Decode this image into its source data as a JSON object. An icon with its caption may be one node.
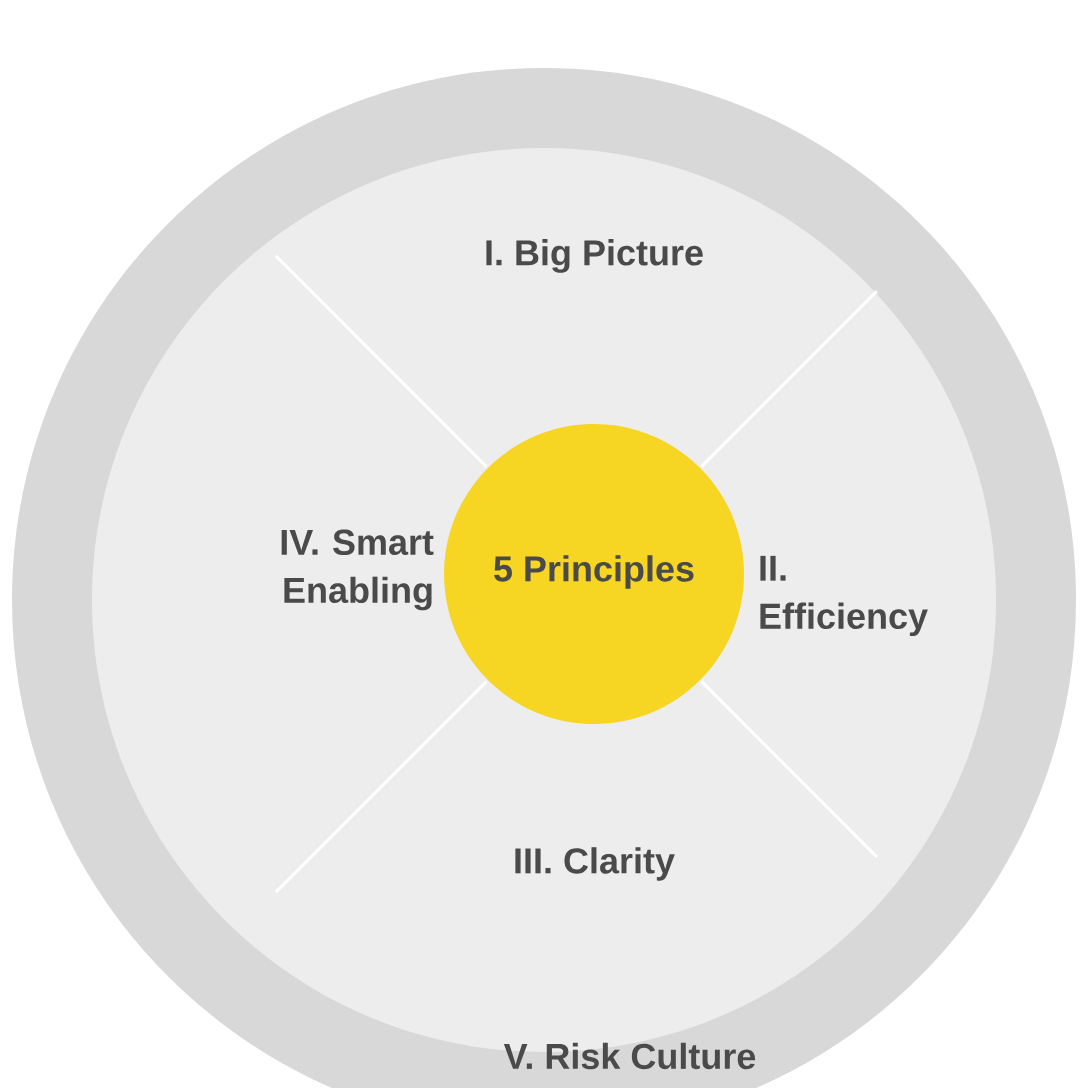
{
  "diagram": {
    "nodes": [
      {
        "text": [
          "V. Risk Culture"
        ]
      },
      {
        "text": [
          "I. Big Picture"
        ],
        "in": 0
      },
      {
        "text": [
          "IV. Smart Enabling"
        ],
        "in": 0
      },
      {
        "text": [
          "5 Principles"
        ],
        "in": 0
      },
      {
        "text": [
          "II. Efficiency"
        ],
        "in": 0
      },
      {
        "text": [
          "III. Clarity"
        ],
        "in": 0
      }
    ]
  }
}
